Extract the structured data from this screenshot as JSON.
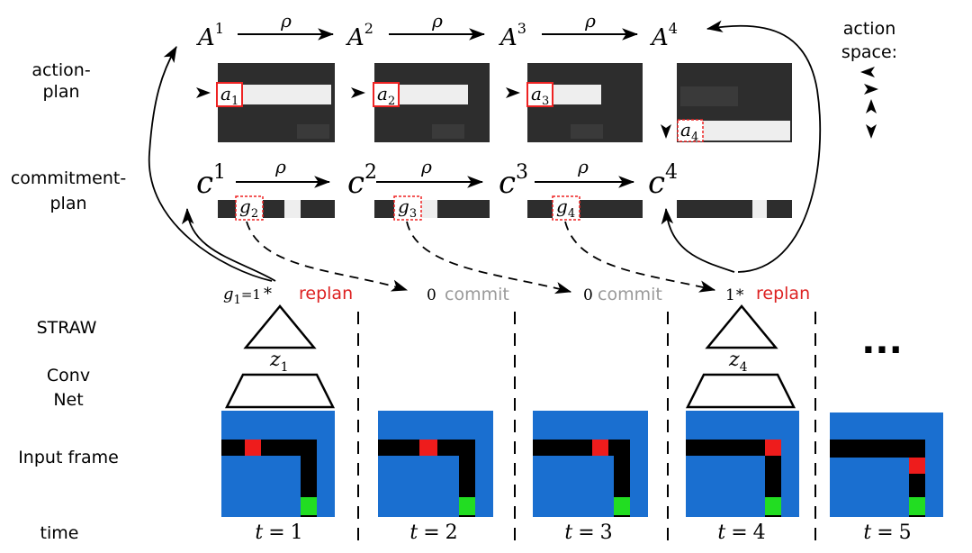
{
  "row_labels": {
    "action_plan_1": "action-",
    "action_plan_2": "plan",
    "commitment_plan_1": "commitment-",
    "commitment_plan_2": "plan",
    "straw": "STRAW",
    "conv_1": "Conv",
    "conv_2": "Net",
    "input_frame": "Input frame",
    "time": "time"
  },
  "action_space": {
    "label_1": "action",
    "label_2": "space:"
  },
  "action_plans": [
    {
      "base": "A",
      "sup": "1"
    },
    {
      "base": "A",
      "sup": "2"
    },
    {
      "base": "A",
      "sup": "3"
    },
    {
      "base": "A",
      "sup": "4"
    }
  ],
  "commitment_plans": [
    {
      "base": "c",
      "sup": "1"
    },
    {
      "base": "c",
      "sup": "2"
    },
    {
      "base": "c",
      "sup": "3"
    },
    {
      "base": "c",
      "sup": "4"
    }
  ],
  "rho": "ρ",
  "action_labels": [
    {
      "base": "a",
      "sub": "1"
    },
    {
      "base": "a",
      "sub": "2"
    },
    {
      "base": "a",
      "sub": "3"
    },
    {
      "base": "a",
      "sub": "4"
    }
  ],
  "commit_labels": [
    {
      "base": "g",
      "sub": "2"
    },
    {
      "base": "g",
      "sub": "3"
    },
    {
      "base": "g",
      "sub": "4"
    }
  ],
  "gate_values": [
    {
      "prefix": "g",
      "sub": "1",
      "value": "=1",
      "star": "*",
      "tag": "replan"
    },
    {
      "value": "0",
      "tag": "commit"
    },
    {
      "value": "0",
      "tag": "commit"
    },
    {
      "value": "1",
      "star": "*",
      "tag": "replan"
    }
  ],
  "latents": [
    {
      "base": "z",
      "sub": "1"
    },
    {
      "base": "z",
      "sub": "4"
    }
  ],
  "time_steps": [
    {
      "lhs": "t",
      "eq": "=",
      "rhs": "1"
    },
    {
      "lhs": "t",
      "eq": "=",
      "rhs": "2"
    },
    {
      "lhs": "t",
      "eq": "=",
      "rhs": "3"
    },
    {
      "lhs": "t",
      "eq": "=",
      "rhs": "4"
    },
    {
      "lhs": "t",
      "eq": "=",
      "rhs": "5"
    }
  ],
  "ellipsis": "...",
  "colors": {
    "plan_bg": "#2d2d2d",
    "plan_bar": "#eeeeee",
    "frame_blue": "#1a6fd0",
    "maze_black": "#000000",
    "agent_red": "#ee1c1c",
    "goal_green": "#22dd22",
    "replan_red": "#dd2222",
    "commit_gray": "#9a9a9a",
    "box_red": "#ee2222"
  }
}
